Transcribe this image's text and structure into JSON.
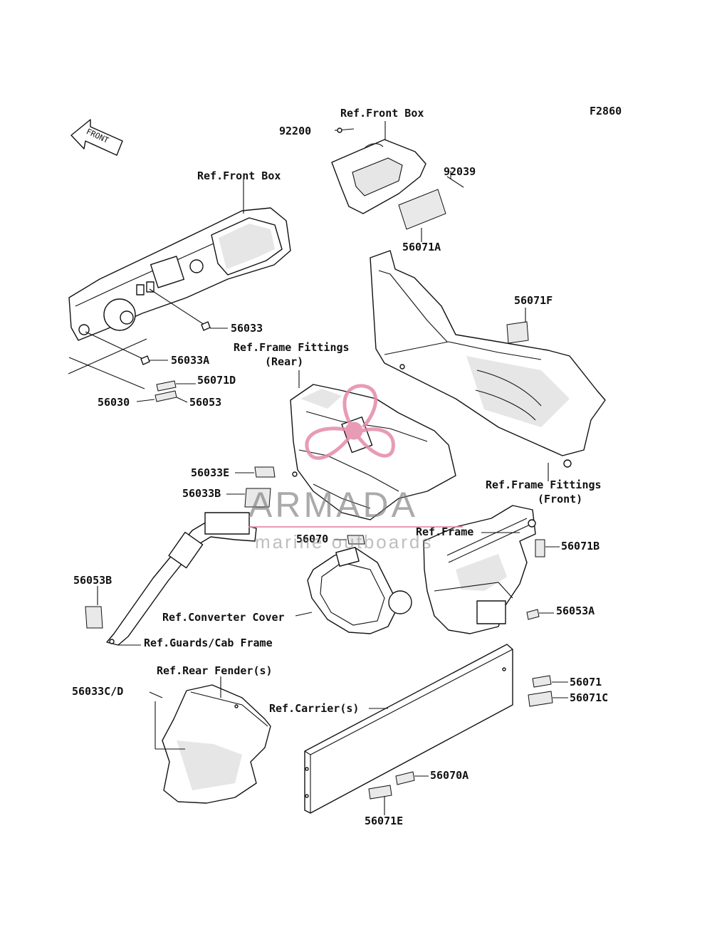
{
  "figure_id": "F2860",
  "front_arrow_label": "FRONT",
  "labels": {
    "92200": "92200",
    "ref_front_box_top": "Ref.Front Box",
    "92039": "92039",
    "56071A": "56071A",
    "ref_front_box_left": "Ref.Front Box",
    "56033": "56033",
    "56033A": "56033A",
    "56071D": "56071D",
    "56030": "56030",
    "56053": "56053",
    "ref_frame_fittings_rear_1": "Ref.Frame Fittings",
    "ref_frame_fittings_rear_2": "(Rear)",
    "56071F": "56071F",
    "56033E": "56033E",
    "56033B": "56033B",
    "ref_frame_fittings_front_1": "Ref.Frame Fittings",
    "ref_frame_fittings_front_2": "(Front)",
    "56070": "56070",
    "ref_frame": "Ref.Frame",
    "56071B": "56071B",
    "56053B": "56053B",
    "ref_converter_cover": "Ref.Converter Cover",
    "56053A": "56053A",
    "ref_guards_cab_frame": "Ref.Guards/Cab Frame",
    "ref_rear_fenders": "Ref.Rear Fender(s)",
    "56071": "56071",
    "56033C_D": "56033C/D",
    "56071C": "56071C",
    "ref_carriers": "Ref.Carrier(s)",
    "56070A": "56070A",
    "56071E": "56071E"
  },
  "watermark": {
    "name": "ARMADA",
    "tagline": "marine outboards",
    "color": "#e58aa8"
  }
}
